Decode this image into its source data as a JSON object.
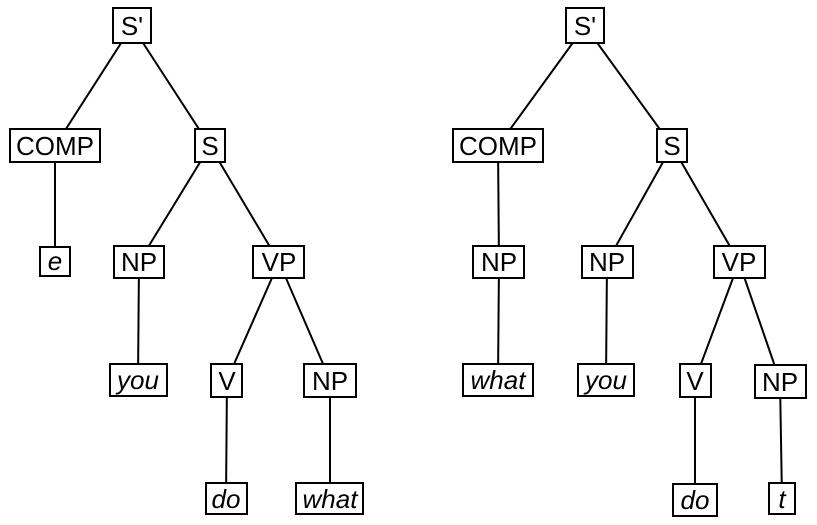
{
  "figure": {
    "type": "syntax-tree-diagram",
    "background_color": "#ffffff",
    "line_color": "#000000",
    "trees": [
      {
        "id": "left",
        "bracketing": "[S' [COMP e] [S [NP you] [VP [V do] [NP what]]]]",
        "labels": {
          "sbar": "S'",
          "comp": "COMP",
          "s": "S",
          "e": "e",
          "np_subj": "NP",
          "vp": "VP",
          "you": "you",
          "v": "V",
          "np_obj": "NP",
          "do": "do",
          "what": "what"
        }
      },
      {
        "id": "right",
        "bracketing": "[S' [COMP [NP what]] [S [NP you] [VP [V do] [NP t]]]]",
        "labels": {
          "sbar": "S'",
          "comp": "COMP",
          "s": "S",
          "np_comp": "NP",
          "np_subj": "NP",
          "vp": "VP",
          "what": "what",
          "you": "you",
          "v": "V",
          "np_obj": "NP",
          "do": "do",
          "t": "t"
        }
      }
    ]
  }
}
